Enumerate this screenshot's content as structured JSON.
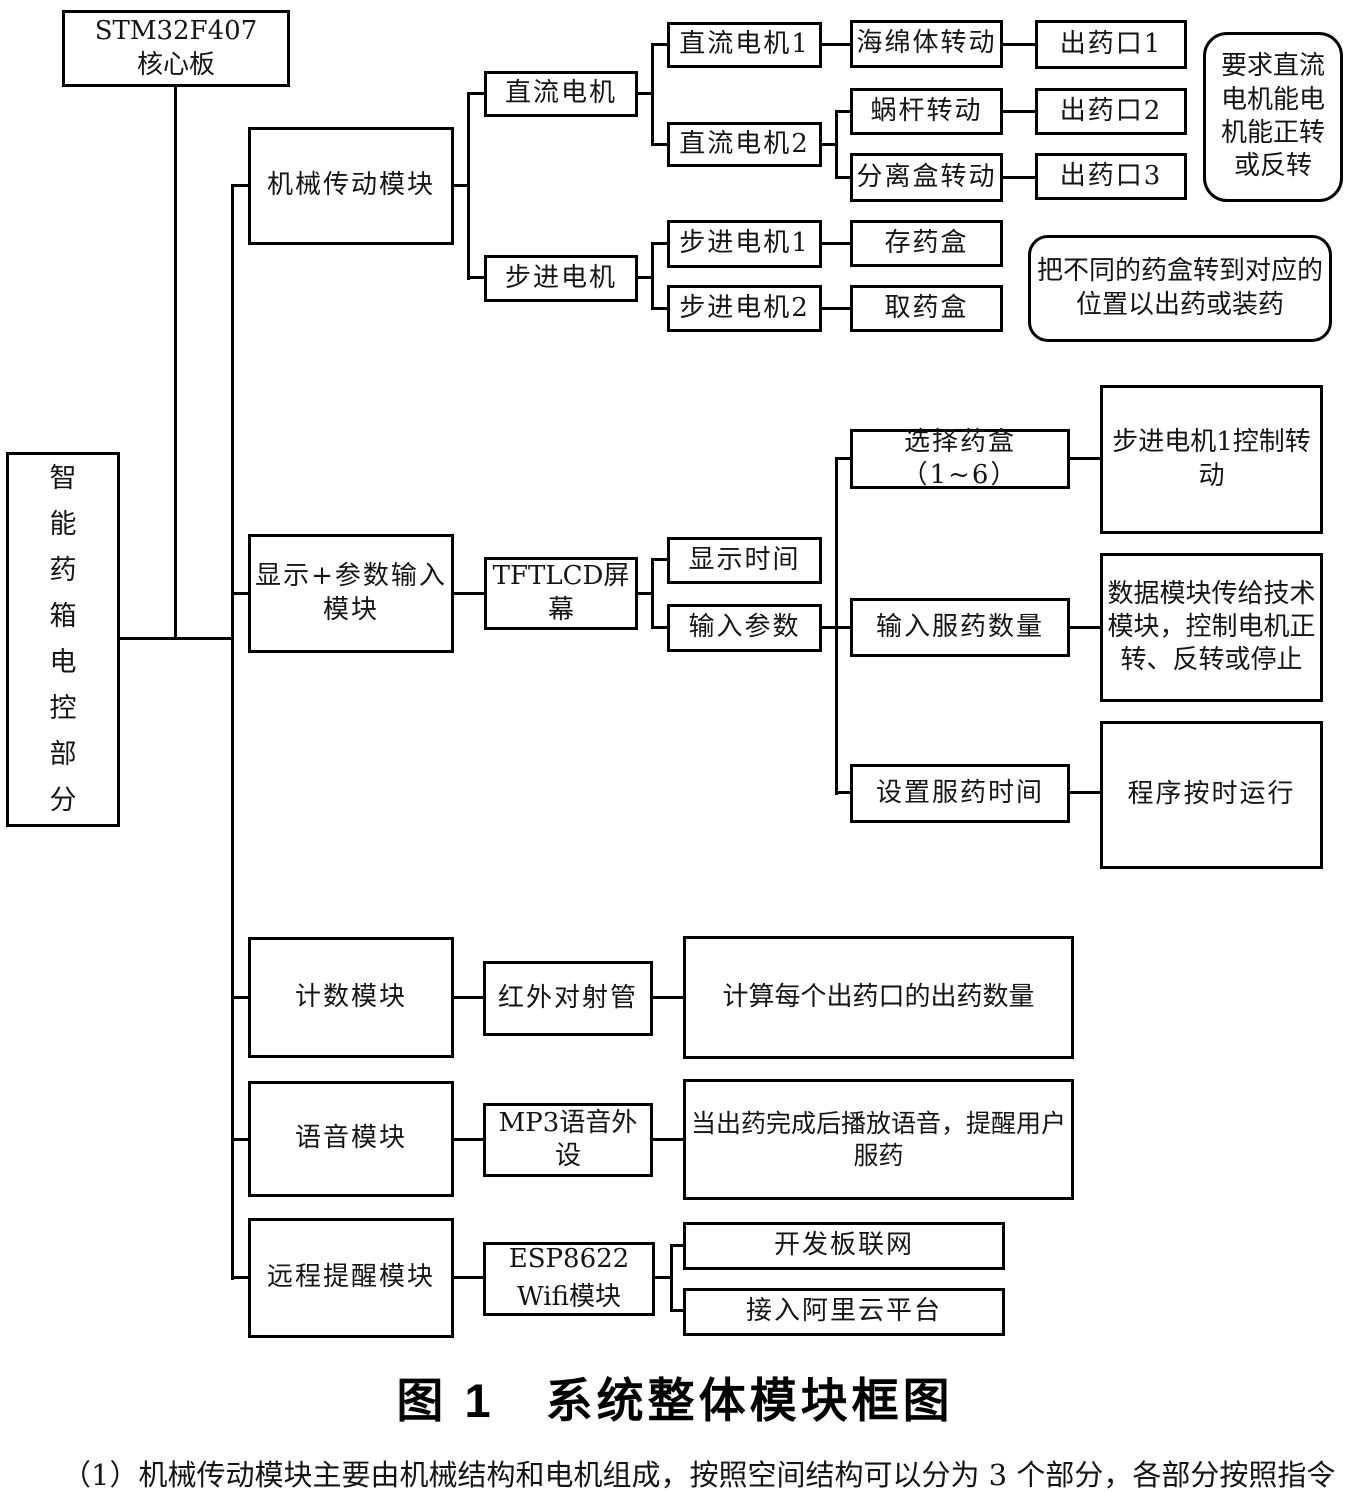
{
  "figure": {
    "caption": "图 1　系统整体模块框图",
    "body_text": "（1）机械传动模块主要由机械结构和电机组成，按照空间结构可以分为 3 个部分，各部分按照指令"
  },
  "colors": {
    "line": "#000000",
    "background": "#ffffff",
    "text": "#151515"
  },
  "nodes": {
    "stm32": {
      "label": "STM32F407\n核心板"
    },
    "main": {
      "label": "智\n能\n药\n箱\n电\n控\n部\n分"
    },
    "mech": {
      "label": "机械传动模块"
    },
    "disp": {
      "label": "显示+参数输入\n模块"
    },
    "count": {
      "label": "计数模块"
    },
    "voice": {
      "label": "语音模块"
    },
    "remote": {
      "label": "远程提醒模块"
    },
    "dc": {
      "label": "直流电机"
    },
    "step": {
      "label": "步进电机"
    },
    "tft": {
      "label": "TFTLCD屏幕"
    },
    "ir": {
      "label": "红外对射管"
    },
    "mp3": {
      "label": "MP3语音外设"
    },
    "esp": {
      "label": "ESP8622\nWifi模块"
    },
    "dc1": {
      "label": "直流电机1"
    },
    "dc2": {
      "label": "直流电机2"
    },
    "st1": {
      "label": "步进电机1"
    },
    "st2": {
      "label": "步进电机2"
    },
    "time": {
      "label": "显示时间"
    },
    "param": {
      "label": "输入参数"
    },
    "sponge": {
      "label": "海绵体转动"
    },
    "worm": {
      "label": "蜗杆转动"
    },
    "sep": {
      "label": "分离盒转动"
    },
    "store": {
      "label": "存药盒"
    },
    "take": {
      "label": "取药盒"
    },
    "out1": {
      "label": "出药口1"
    },
    "out2": {
      "label": "出药口2"
    },
    "out3": {
      "label": "出药口3"
    },
    "note_dc": {
      "label": "要求直流\n电机能电\n机能正转\n或反转"
    },
    "note_box": {
      "label": "把不同的药盒转到对应的\n位置以出药或装药"
    },
    "select": {
      "label": "选择药盒（1~6）"
    },
    "qty": {
      "label": "输入服药数量"
    },
    "settime": {
      "label": "设置服药时间"
    },
    "stepctl": {
      "label": "步进电机1控制转\n动"
    },
    "datactl": {
      "label": "数据模块传给技术\n模块，控制电机正\n转、反转或停止"
    },
    "timer": {
      "label": "程序按时运行"
    },
    "calc": {
      "label": "计算每个出药口的出药数量"
    },
    "play": {
      "label": "当出药完成后播放语音，提醒用户\n服药"
    },
    "net": {
      "label": "开发板联网"
    },
    "ali": {
      "label": "接入阿里云平台"
    }
  }
}
